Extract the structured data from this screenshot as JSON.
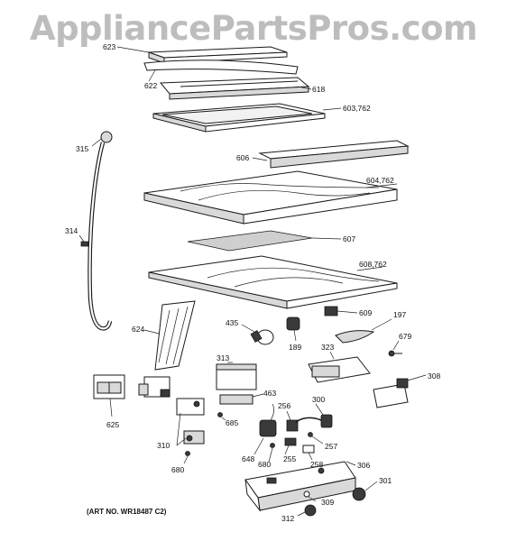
{
  "watermark": "AppliancePartsPros.com",
  "art_number": "(ART NO. WR18487 C2)",
  "part_labels": [
    "623",
    "622",
    "618",
    "603,762",
    "606",
    "315",
    "604,762",
    "314",
    "607",
    "608,762",
    "624",
    "435",
    "189",
    "609",
    "197",
    "679",
    "313",
    "323",
    "308",
    "463",
    "625",
    "256",
    "300",
    "685",
    "310",
    "648",
    "257",
    "255",
    "258",
    "680",
    "680",
    "306",
    "301",
    "309",
    "312"
  ]
}
